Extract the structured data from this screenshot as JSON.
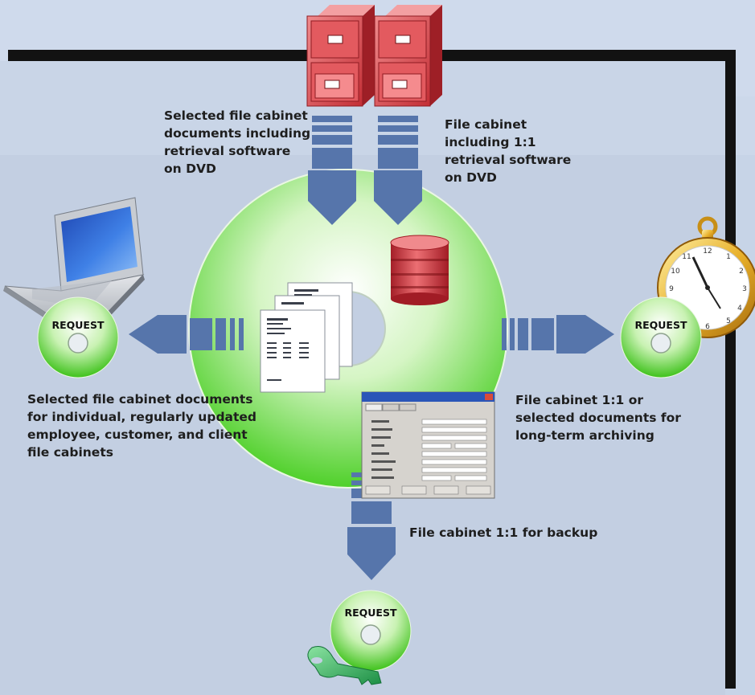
{
  "labels": {
    "top_left": [
      "Selected file cabinet",
      "documents including",
      "retrieval software",
      "on DVD"
    ],
    "top_right": [
      "File cabinet",
      "including 1:1",
      "retrieval software",
      "on DVD"
    ],
    "left": [
      "Selected file cabinet documents",
      "for individual, regularly updated",
      "employee, customer, and client",
      "file cabinets"
    ],
    "right": [
      "File cabinet 1:1 or",
      "selected documents for",
      "long-term archiving"
    ],
    "bottom": [
      "File cabinet 1:1 for backup"
    ]
  },
  "request_label": "REQUEST",
  "colors": {
    "background": "#c7d4e7",
    "panel": "#c3cfe2",
    "panel_shadow": "#121212",
    "arrow": "#5675ab",
    "disc_green": "#66db3a",
    "cabinet_red": "#c8353b"
  },
  "icons": [
    "file-cabinet-icon",
    "database-icon",
    "laptop-icon",
    "pocket-watch-icon",
    "key-icon",
    "documents-icon",
    "search-dialog-icon"
  ]
}
